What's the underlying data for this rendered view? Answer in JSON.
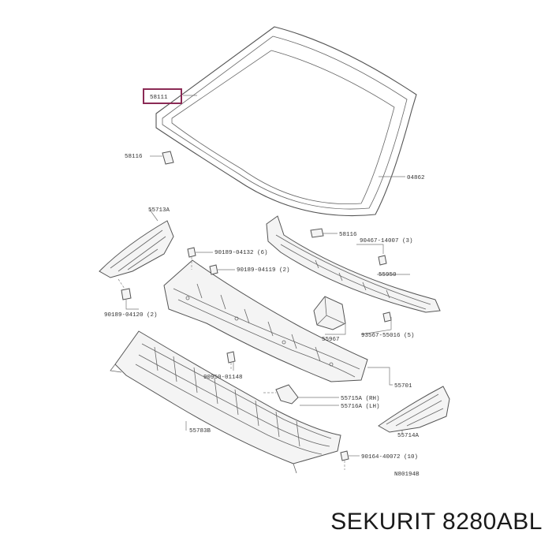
{
  "diagram": {
    "highlight_color": "#8b2a55",
    "labels": {
      "p58111": "58111",
      "p58116a": "58116",
      "p04862": "04862",
      "p55713a": "55713A",
      "p58116b": "58116",
      "p90467": "90467-14007 (3)",
      "p90189a": "90189-04132 (6)",
      "p90189b": "90189-04119 (2)",
      "p55950": "55950",
      "p90189c": "90189-04120 (2)",
      "p55967": "55967",
      "p93567": "93567-55016 (5)",
      "p90950": "90950-01148",
      "p55701": "55701",
      "p55715a": "55715A (RH)",
      "p55716a": "55716A (LH)",
      "p55783b": "55783B",
      "p55714a": "55714A",
      "p90164": "90164-40072 (10)",
      "ref": "N80194B"
    }
  },
  "brand": {
    "text": "SEKURIT 8280ABL"
  }
}
